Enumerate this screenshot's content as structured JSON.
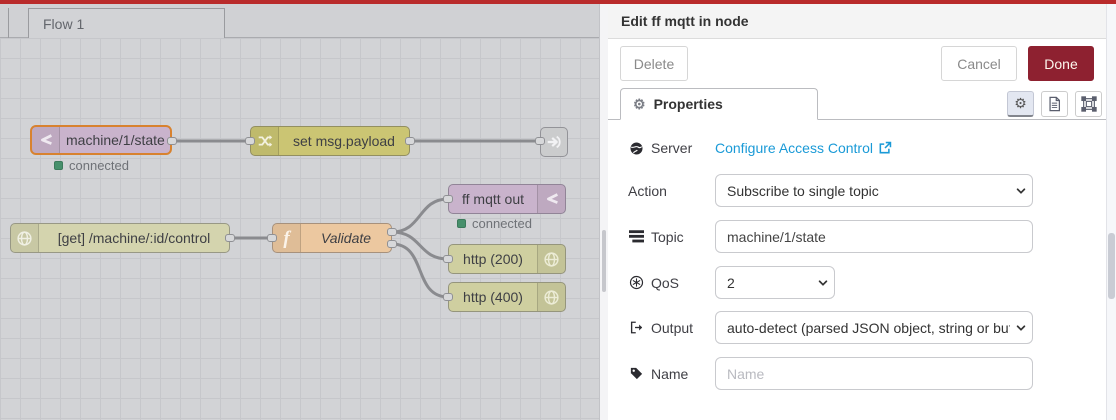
{
  "colors": {
    "topbar_red": "#b92b2b",
    "done_button": "#8e2130",
    "link_blue": "#1a9ad7",
    "status_green": "#47906c",
    "selection_orange": "#d8822f",
    "node_mqtt": "#c9b3cc",
    "node_change": "#cbc573",
    "node_http_in": "#d4d4ae",
    "node_function": "#ecc8a0",
    "node_http_response": "#cfcfa0",
    "node_link_out": "#cbcccd"
  },
  "canvas": {
    "flow_tab_label": "Flow 1",
    "nodes": [
      {
        "label": "machine/1/state",
        "type": "mqtt-in",
        "icon": "mqtt-icon",
        "status": "connected",
        "selected": true
      },
      {
        "label": "set msg.payload",
        "type": "change",
        "icon": "shuffle-icon"
      },
      {
        "label": "",
        "type": "link-out",
        "icon": "link-out-icon"
      },
      {
        "label": "[get] /machine/:id/control",
        "type": "http-in",
        "icon": "globe-icon"
      },
      {
        "label": "Validate",
        "type": "function",
        "icon": "function-icon"
      },
      {
        "label": "ff mqtt out",
        "type": "mqtt-out",
        "icon": "mqtt-icon",
        "status": "connected"
      },
      {
        "label": "http (200)",
        "type": "http-response",
        "icon": "globe-icon"
      },
      {
        "label": "http (400)",
        "type": "http-response",
        "icon": "globe-icon"
      }
    ]
  },
  "panel": {
    "header": "Edit ff mqtt in node",
    "buttons": {
      "delete": "Delete",
      "cancel": "Cancel",
      "done": "Done"
    },
    "tab_label": "Properties",
    "toolbar_icons": [
      "gear-icon",
      "document-icon",
      "appearance-icon"
    ],
    "fields": {
      "server": {
        "label": "Server",
        "icon": "globe-icon",
        "link_text": "Configure Access Control",
        "link_icon": "external-link-icon"
      },
      "action": {
        "label": "Action",
        "value": "Subscribe to single topic"
      },
      "topic": {
        "label": "Topic",
        "icon": "tasks-icon",
        "value": "machine/1/state"
      },
      "qos": {
        "label": "QoS",
        "icon": "certificate-icon",
        "value": "2"
      },
      "output": {
        "label": "Output",
        "icon": "sign-out-icon",
        "value": "auto-detect (parsed JSON object, string or buffer)"
      },
      "name": {
        "label": "Name",
        "icon": "tag-icon",
        "placeholder": "Name"
      }
    }
  }
}
